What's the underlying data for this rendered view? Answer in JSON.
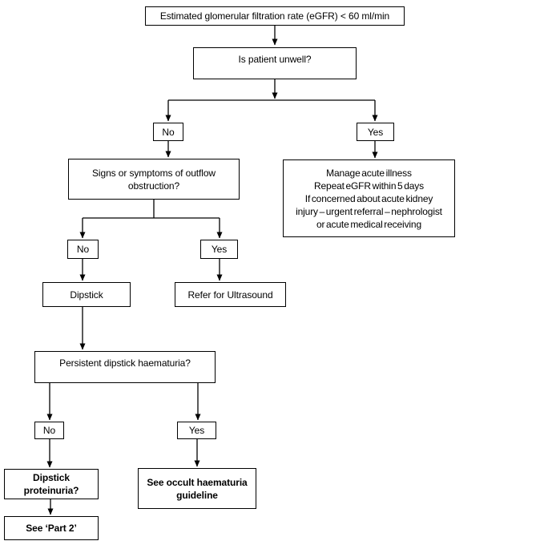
{
  "colors": {
    "background": "#ffffff",
    "line": "#000000",
    "text": "#000000"
  },
  "nodes": {
    "egfr": {
      "lines": [
        "Estimated glomerular filtration rate (eGFR) < 60 ml/min"
      ]
    },
    "unwell": {
      "lines": [
        "Is patient unwell?"
      ]
    },
    "no1": {
      "lines": [
        "No"
      ]
    },
    "yes1": {
      "lines": [
        "Yes"
      ]
    },
    "outflow": {
      "lines": [
        "Signs or symptoms of outflow",
        "obstruction?"
      ]
    },
    "manage": {
      "lines": [
        "Manage acute illness",
        "Repeat eGFR within 5 days",
        "If concerned about acute kidney",
        "injury – urgent referral – nephrologist",
        "or acute medical receiving"
      ]
    },
    "no2": {
      "lines": [
        "No"
      ]
    },
    "yes2": {
      "lines": [
        "Yes"
      ]
    },
    "dipstick": {
      "lines": [
        "Dipstick"
      ]
    },
    "ultrasound": {
      "lines": [
        "Refer for Ultrasound"
      ]
    },
    "haematuria": {
      "lines": [
        "Persistent dipstick haematuria?"
      ]
    },
    "no3": {
      "lines": [
        "No"
      ]
    },
    "yes3": {
      "lines": [
        "Yes"
      ]
    },
    "proteinuria": {
      "lines": [
        "Dipstick",
        "proteinuria?"
      ]
    },
    "occult": {
      "lines": [
        "See occult haematuria",
        "guideline"
      ]
    },
    "part2": {
      "lines": [
        "See ‘Part 2’"
      ]
    }
  }
}
